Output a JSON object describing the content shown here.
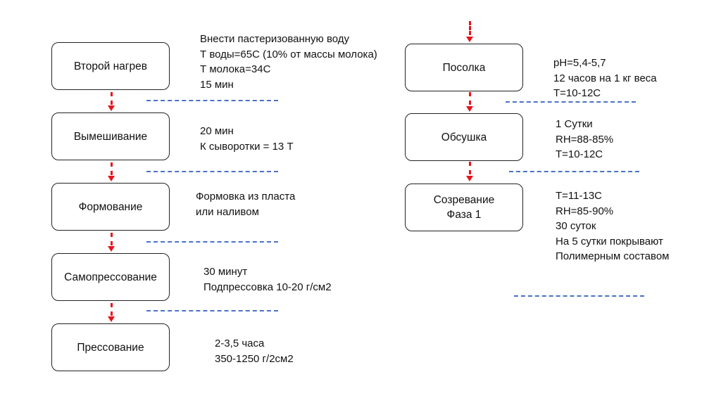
{
  "left_column": {
    "steps": [
      {
        "label": "Второй нагрев",
        "notes": [
          "Внести пастеризованную воду",
          "Т воды=65С (10% от массы молока)",
          "Т молока=34С",
          "15 мин"
        ]
      },
      {
        "label": "Вымешивание",
        "notes": [
          "20 мин",
          "К сыворотки = 13 Т"
        ]
      },
      {
        "label": "Формование",
        "notes": [
          "Формовка из пласта",
          "или наливом"
        ]
      },
      {
        "label": "Самопрессование",
        "notes": [
          "30 минут",
          "Подпрессовка 10-20 г/см2"
        ]
      },
      {
        "label": "Прессование",
        "notes": [
          "2-3,5 часа",
          "350-1250 г/2см2"
        ]
      }
    ]
  },
  "right_column": {
    "steps": [
      {
        "label": "Посолка",
        "notes": [
          "pH=5,4-5,7",
          "12 часов на 1 кг веса",
          "Т=10-12С"
        ]
      },
      {
        "label": "Обсушка",
        "notes": [
          "1 Сутки",
          "RH=88-85%",
          "Т=10-12С"
        ]
      },
      {
        "label_lines": [
          "Созревание",
          "Фаза 1"
        ],
        "notes": [
          "Т=11-13С",
          "RH=85-90%",
          "30 суток",
          "На 5 сутки покрывают",
          "Полимерным составом"
        ]
      }
    ]
  },
  "colors": {
    "arrow": "#e8141c",
    "separator": "#4a72c4",
    "box_border": "#222222"
  }
}
